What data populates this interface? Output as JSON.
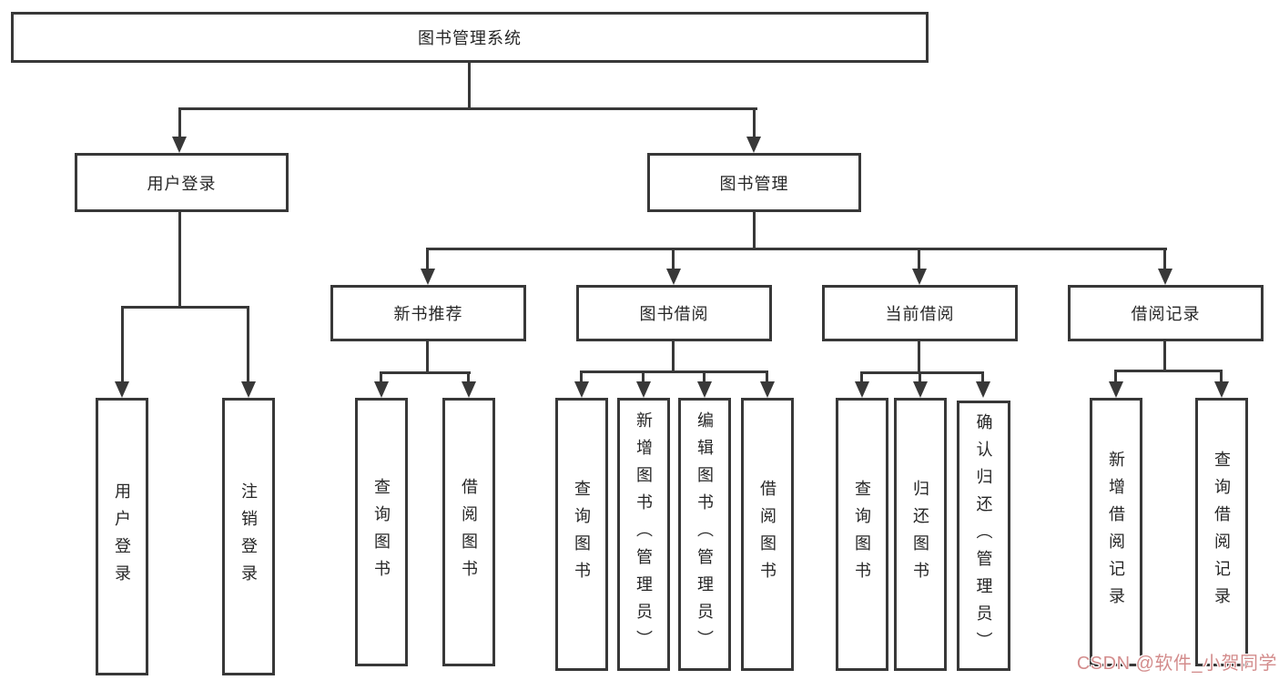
{
  "tree": {
    "label": "图书管理系统",
    "children": [
      {
        "label": "用户登录",
        "children": [
          {
            "label": "用户登录"
          },
          {
            "label": "注销登录"
          }
        ]
      },
      {
        "label": "图书管理",
        "children": [
          {
            "label": "新书推荐",
            "children": [
              {
                "label": "查询图书"
              },
              {
                "label": "借阅图书"
              }
            ]
          },
          {
            "label": "图书借阅",
            "children": [
              {
                "label": "查询图书"
              },
              {
                "label": "新增图书（管理员）"
              },
              {
                "label": "编辑图书（管理员）"
              },
              {
                "label": "借阅图书"
              }
            ]
          },
          {
            "label": "当前借阅",
            "children": [
              {
                "label": "查询图书"
              },
              {
                "label": "归还图书"
              },
              {
                "label": "确认归还（管理员）"
              }
            ]
          },
          {
            "label": "借阅记录",
            "children": [
              {
                "label": "新增借阅记录"
              },
              {
                "label": "查询借阅记录"
              }
            ]
          }
        ]
      }
    ]
  },
  "watermark": {
    "text": "CSDN @软件_小贺同学"
  },
  "colors": {
    "background": "#ffffff",
    "box_fill": "#ffffff",
    "box_border": "#383838",
    "line": "#383838",
    "text": "#262626",
    "watermark": "#d38c8c"
  }
}
